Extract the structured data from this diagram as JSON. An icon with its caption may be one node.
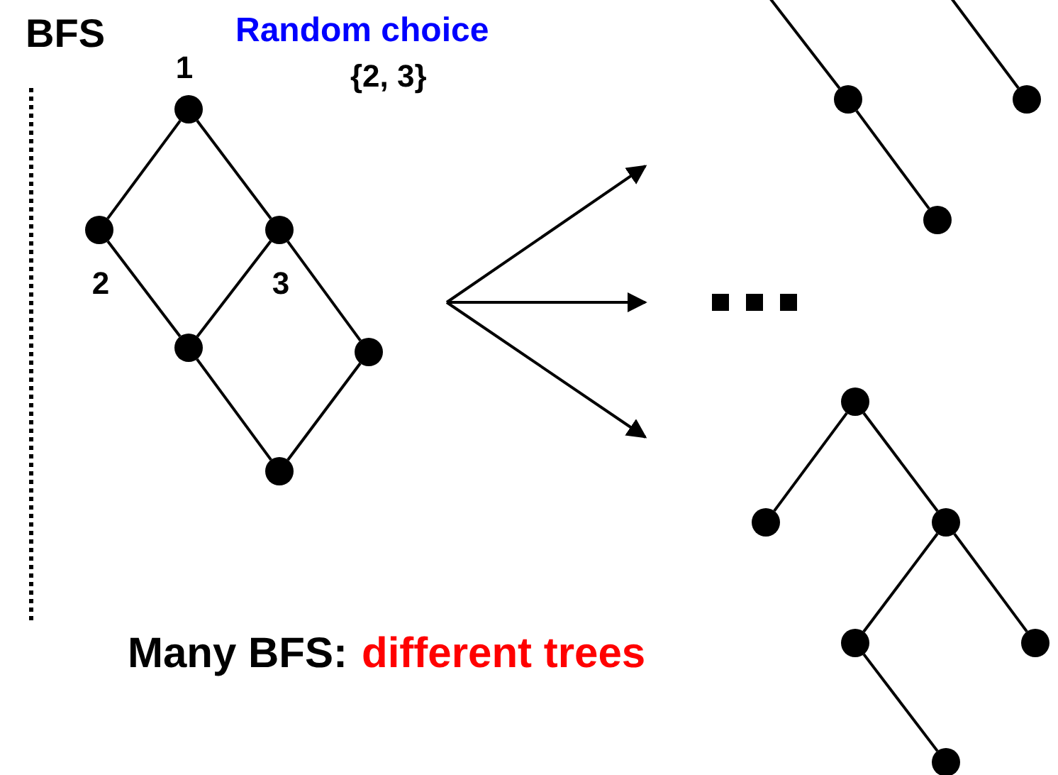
{
  "diagram": {
    "nodes": [
      {
        "text": [],
        "shape": "circle",
        "beside": [
          "1"
        ]
      },
      {
        "text": [],
        "shape": "circle",
        "beside": [
          "2"
        ]
      },
      {
        "text": [],
        "shape": "circle",
        "beside": [
          "3"
        ]
      },
      {
        "text": [],
        "shape": "circle"
      },
      {
        "text": [],
        "shape": "circle"
      },
      {
        "text": [],
        "shape": "circle"
      },
      {
        "text": [],
        "shape": "circle"
      },
      {
        "text": [],
        "shape": "circle"
      },
      {
        "text": [],
        "shape": "circle"
      },
      {
        "text": [],
        "shape": "circle"
      },
      {
        "text": [],
        "shape": "circle"
      },
      {
        "text": [],
        "shape": "circle"
      },
      {
        "text": [],
        "shape": "circle"
      },
      {
        "text": [],
        "shape": "circle"
      },
      {
        "text": [],
        "shape": "circle"
      }
    ],
    "edges": [
      {
        "from": 0,
        "to": 1,
        "arrow": "none"
      },
      {
        "from": 0,
        "to": 2,
        "arrow": "none"
      },
      {
        "from": 1,
        "to": 3,
        "arrow": "none"
      },
      {
        "from": 2,
        "to": 3,
        "arrow": "none"
      },
      {
        "from": 2,
        "to": 4,
        "arrow": "none"
      },
      {
        "from": 3,
        "to": 5,
        "arrow": "none"
      },
      {
        "from": 4,
        "to": 5,
        "arrow": "none"
      },
      {
        "from": null,
        "to": 6,
        "arrow": "none"
      },
      {
        "from": null,
        "to": 7,
        "arrow": "none"
      },
      {
        "from": 6,
        "to": 8,
        "arrow": "none"
      },
      {
        "from": 9,
        "to": 10,
        "arrow": "none"
      },
      {
        "from": 9,
        "to": 11,
        "arrow": "none"
      },
      {
        "from": 11,
        "to": 12,
        "arrow": "none"
      },
      {
        "from": 11,
        "to": 13,
        "arrow": "none"
      },
      {
        "from": 12,
        "to": 14,
        "arrow": "none"
      }
    ],
    "labels": [
      "BFS",
      "Random choice",
      "{2, 3}",
      "Many BFS:",
      "different trees"
    ]
  }
}
